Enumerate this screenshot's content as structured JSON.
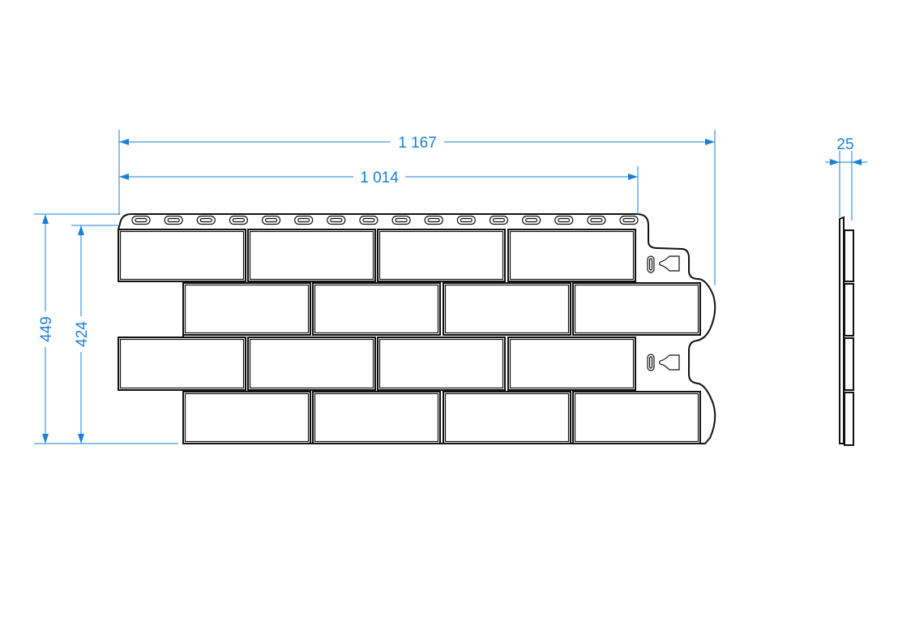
{
  "drawing": {
    "dimensions": {
      "total_width": "1 167",
      "useful_width": "1 014",
      "total_height": "449",
      "useful_height": "424",
      "thickness": "25"
    },
    "rows": 4,
    "bricks_per_row": 4,
    "fastening_slots": 16,
    "colors": {
      "dimension": "#1a7fd6",
      "outline": "#111111"
    }
  }
}
